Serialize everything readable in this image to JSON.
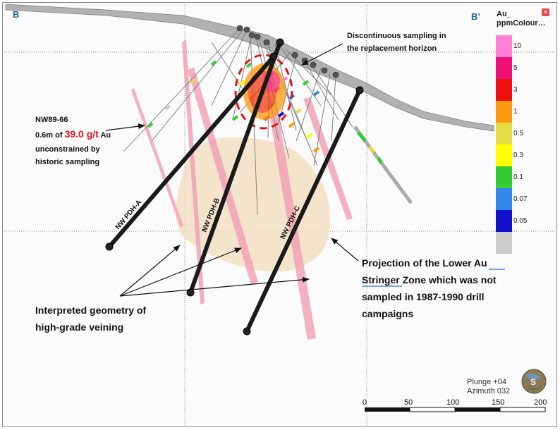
{
  "section": {
    "label_left": "B",
    "label_right": "B’",
    "view_info": {
      "plunge": "Plunge +04",
      "azimuth": "Azimuth 032"
    }
  },
  "callouts": {
    "discontinuous": [
      "Discontinuous  sampling in",
      "the replacement horizon"
    ],
    "nw8966": {
      "hole": "NW89-66",
      "interval": "0.6m of",
      "grade": "39.0 g/t",
      "element": "Au",
      "line3": "unconstrained by",
      "line4": "historic sampling"
    },
    "projection": [
      "Projection of the Lower Au",
      "Stringer Zone which was not",
      "sampled in 1987-1990 drill",
      "campaigns"
    ],
    "interpreted": [
      "Interpreted geometry of",
      "high-grade veining"
    ]
  },
  "drillholes": [
    {
      "label": "NW PDH-A"
    },
    {
      "label": "NW PDH-B"
    },
    {
      "label": "NW PDH-C"
    }
  ],
  "legend": {
    "title_line1": "Au_",
    "title_line2": "ppmColour…",
    "close_icon": "close-icon",
    "bins": [
      {
        "label": "10",
        "color": "#ff7fd6"
      },
      {
        "label": "5",
        "color": "#ee1177"
      },
      {
        "label": "3",
        "color": "#ee1111"
      },
      {
        "label": "1",
        "color": "#ff9911"
      },
      {
        "label": "0.5",
        "color": "#e6dd44"
      },
      {
        "label": "0.3",
        "color": "#ffff00"
      },
      {
        "label": "0.1",
        "color": "#33cc33"
      },
      {
        "label": "0.07",
        "color": "#3388ee"
      },
      {
        "label": "0.05",
        "color": "#1111cc"
      },
      {
        "label": "",
        "color": "#cccccc"
      }
    ]
  },
  "scale_bar": {
    "ticks": [
      "0",
      "50",
      "100",
      "150",
      "200"
    ]
  },
  "colors": {
    "vein": "#f2a3b6",
    "projection_zone": "#f3dfbf",
    "drill_hole": "#1a1a1a",
    "topography": "#a9a9a9",
    "section_label": "#1f5fa8",
    "highlight": "#e0141e"
  },
  "logo_icon": "globe-logo-icon"
}
